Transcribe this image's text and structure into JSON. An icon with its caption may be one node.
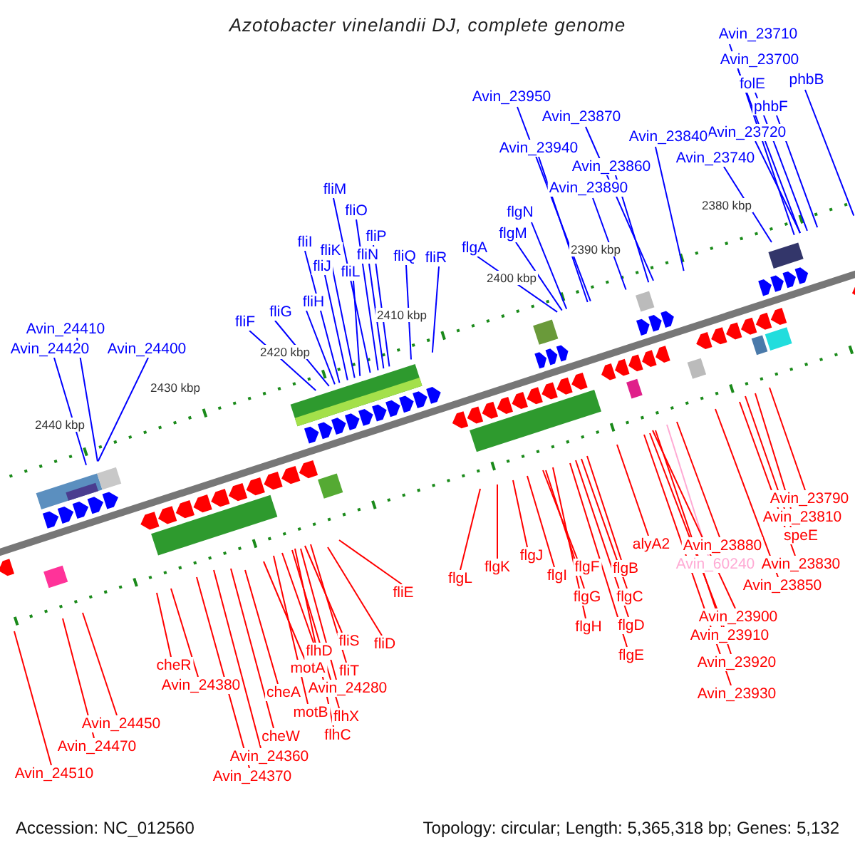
{
  "diagram": {
    "title": "Azotobacter vinelandii DJ, complete genome",
    "nodes": [
      {
        "text": [
          "Avin_23710"
        ]
      },
      {
        "text": [
          "Avin_23700"
        ]
      },
      {
        "text": [
          "folE"
        ]
      },
      {
        "text": [
          "phbB"
        ]
      },
      {
        "text": [
          "Avin_23950"
        ]
      },
      {
        "text": [
          "phbF"
        ]
      },
      {
        "text": [
          "Avin_23870"
        ]
      },
      {
        "text": [
          "Avin_23720"
        ]
      },
      {
        "text": [
          "Avin_23840"
        ]
      },
      {
        "text": [
          "Avin_23940"
        ]
      },
      {
        "text": [
          "Avin_23740"
        ]
      },
      {
        "text": [
          "Avin_23860"
        ]
      },
      {
        "text": [
          "Avin_23890"
        ]
      },
      {
        "text": [
          "fliM"
        ]
      },
      {
        "text": [
          "fliO"
        ]
      },
      {
        "text": [
          "flgN"
        ]
      },
      {
        "text": [
          "flgM"
        ]
      },
      {
        "text": [
          "fliP"
        ]
      },
      {
        "text": [
          "fliI"
        ]
      },
      {
        "text": [
          "flgA"
        ]
      },
      {
        "text": [
          "fliK"
        ]
      },
      {
        "text": [
          "fliN"
        ]
      },
      {
        "text": [
          "fliQ"
        ]
      },
      {
        "text": [
          "fliR"
        ]
      },
      {
        "text": [
          "fliJ"
        ]
      },
      {
        "text": [
          "fliL"
        ]
      },
      {
        "text": [
          "fliH"
        ]
      },
      {
        "text": [
          "fliG"
        ]
      },
      {
        "text": [
          "fliF"
        ]
      },
      {
        "text": [
          "Avin_24410"
        ]
      },
      {
        "text": [
          "Avin_24420"
        ]
      },
      {
        "text": [
          "Avin_24400"
        ]
      },
      {
        "text": [
          "Avin_23790"
        ]
      },
      {
        "text": [
          "Avin_23810"
        ]
      },
      {
        "text": [
          "speE"
        ]
      },
      {
        "text": [
          "alyA2"
        ]
      },
      {
        "text": [
          "Avin_23880"
        ]
      },
      {
        "text": [
          "flgJ"
        ]
      },
      {
        "text": [
          "Avin_60240"
        ]
      },
      {
        "text": [
          "Avin_23830"
        ]
      },
      {
        "text": [
          "flgK"
        ]
      },
      {
        "text": [
          "flgF"
        ]
      },
      {
        "text": [
          "flgB"
        ]
      },
      {
        "text": [
          "flgI"
        ]
      },
      {
        "text": [
          "flgL"
        ]
      },
      {
        "text": [
          "Avin_23850"
        ]
      },
      {
        "text": [
          "fliE"
        ]
      },
      {
        "text": [
          "flgG"
        ]
      },
      {
        "text": [
          "flgC"
        ]
      },
      {
        "text": [
          "Avin_23900"
        ]
      },
      {
        "text": [
          "flgH"
        ]
      },
      {
        "text": [
          "flgD"
        ]
      },
      {
        "text": [
          "Avin_23910"
        ]
      },
      {
        "text": [
          "fliS"
        ]
      },
      {
        "text": [
          "fliD"
        ]
      },
      {
        "text": [
          "flhD"
        ]
      },
      {
        "text": [
          "flgE"
        ]
      },
      {
        "text": [
          "Avin_23920"
        ]
      },
      {
        "text": [
          "cheR"
        ]
      },
      {
        "text": [
          "motA"
        ]
      },
      {
        "text": [
          "fliT"
        ]
      },
      {
        "text": [
          "Avin_24380"
        ]
      },
      {
        "text": [
          "Avin_24280"
        ]
      },
      {
        "text": [
          "cheA"
        ]
      },
      {
        "text": [
          "Avin_23930"
        ]
      },
      {
        "text": [
          "motB"
        ]
      },
      {
        "text": [
          "flhX"
        ]
      },
      {
        "text": [
          "Avin_24450"
        ]
      },
      {
        "text": [
          "flhC"
        ]
      },
      {
        "text": [
          "cheW"
        ]
      },
      {
        "text": [
          "Avin_24470"
        ]
      },
      {
        "text": [
          "Avin_24360"
        ]
      },
      {
        "text": [
          "Avin_24510"
        ]
      },
      {
        "text": [
          "Avin_24370"
        ]
      }
    ],
    "edges": [
      {
        "from": 0,
        "to": null,
        "arrow": "none",
        "color": "#0000ff"
      },
      {
        "from": 1,
        "to": null,
        "arrow": "none",
        "color": "#0000ff"
      },
      {
        "from": 2,
        "to": null,
        "arrow": "none",
        "color": "#0000ff"
      },
      {
        "from": 3,
        "to": null,
        "arrow": "none",
        "color": "#0000ff"
      },
      {
        "from": 4,
        "to": null,
        "arrow": "none",
        "color": "#0000ff"
      },
      {
        "from": 5,
        "to": null,
        "arrow": "none",
        "color": "#0000ff"
      },
      {
        "from": 6,
        "to": null,
        "arrow": "none",
        "color": "#0000ff"
      },
      {
        "from": 7,
        "to": null,
        "arrow": "none",
        "color": "#0000ff"
      },
      {
        "from": 8,
        "to": null,
        "arrow": "none",
        "color": "#0000ff"
      },
      {
        "from": 9,
        "to": null,
        "arrow": "none",
        "color": "#0000ff"
      },
      {
        "from": 10,
        "to": null,
        "arrow": "none",
        "color": "#0000ff"
      },
      {
        "from": 11,
        "to": null,
        "arrow": "none",
        "color": "#0000ff"
      },
      {
        "from": 12,
        "to": null,
        "arrow": "none",
        "color": "#0000ff"
      },
      {
        "from": 13,
        "to": null,
        "arrow": "none",
        "color": "#0000ff"
      },
      {
        "from": 14,
        "to": null,
        "arrow": "none",
        "color": "#0000ff"
      },
      {
        "from": 15,
        "to": null,
        "arrow": "none",
        "color": "#0000ff"
      },
      {
        "from": 16,
        "to": null,
        "arrow": "none",
        "color": "#0000ff"
      },
      {
        "from": 17,
        "to": null,
        "arrow": "none",
        "color": "#0000ff"
      },
      {
        "from": 18,
        "to": null,
        "arrow": "none",
        "color": "#0000ff"
      },
      {
        "from": 19,
        "to": null,
        "arrow": "none",
        "color": "#0000ff"
      },
      {
        "from": 20,
        "to": null,
        "arrow": "none",
        "color": "#0000ff"
      },
      {
        "from": 21,
        "to": null,
        "arrow": "none",
        "color": "#0000ff"
      },
      {
        "from": 22,
        "to": null,
        "arrow": "none",
        "color": "#0000ff"
      },
      {
        "from": 23,
        "to": null,
        "arrow": "none",
        "color": "#0000ff"
      },
      {
        "from": 24,
        "to": null,
        "arrow": "none",
        "color": "#0000ff"
      },
      {
        "from": 25,
        "to": null,
        "arrow": "none",
        "color": "#0000ff"
      },
      {
        "from": 26,
        "to": null,
        "arrow": "none",
        "color": "#0000ff"
      },
      {
        "from": 27,
        "to": null,
        "arrow": "none",
        "color": "#0000ff"
      },
      {
        "from": 28,
        "to": null,
        "arrow": "none",
        "color": "#0000ff"
      },
      {
        "from": 29,
        "to": null,
        "arrow": "none",
        "color": "#0000ff"
      },
      {
        "from": 30,
        "to": null,
        "arrow": "none",
        "color": "#0000ff"
      },
      {
        "from": 31,
        "to": null,
        "arrow": "none",
        "color": "#0000ff"
      },
      {
        "from": 32,
        "to": null,
        "arrow": "none"
      },
      {
        "from": 33,
        "to": null,
        "arrow": "none"
      },
      {
        "from": 34,
        "to": null,
        "arrow": "none"
      },
      {
        "from": 35,
        "to": null,
        "arrow": "none"
      },
      {
        "from": 36,
        "to": null,
        "arrow": "none"
      },
      {
        "from": 37,
        "to": null,
        "arrow": "none"
      },
      {
        "from": 38,
        "to": null,
        "arrow": "none",
        "color": "#ffaad4"
      },
      {
        "from": 39,
        "to": null,
        "arrow": "none"
      },
      {
        "from": 40,
        "to": null,
        "arrow": "none"
      },
      {
        "from": 41,
        "to": null,
        "arrow": "none"
      },
      {
        "from": 42,
        "to": null,
        "arrow": "none"
      },
      {
        "from": 43,
        "to": null,
        "arrow": "none"
      },
      {
        "from": 44,
        "to": null,
        "arrow": "none"
      },
      {
        "from": 45,
        "to": null,
        "arrow": "none"
      },
      {
        "from": 46,
        "to": null,
        "arrow": "none"
      },
      {
        "from": 47,
        "to": null,
        "arrow": "none"
      },
      {
        "from": 48,
        "to": null,
        "arrow": "none"
      },
      {
        "from": 49,
        "to": null,
        "arrow": "none"
      },
      {
        "from": 50,
        "to": null,
        "arrow": "none"
      },
      {
        "from": 51,
        "to": null,
        "arrow": "none"
      },
      {
        "from": 52,
        "to": null,
        "arrow": "none"
      },
      {
        "from": 53,
        "to": null,
        "arrow": "none"
      },
      {
        "from": 54,
        "to": null,
        "arrow": "none"
      },
      {
        "from": 55,
        "to": null,
        "arrow": "none"
      },
      {
        "from": 56,
        "to": null,
        "arrow": "none"
      },
      {
        "from": 57,
        "to": null,
        "arrow": "none"
      },
      {
        "from": 58,
        "to": null,
        "arrow": "none"
      },
      {
        "from": 59,
        "to": null,
        "arrow": "none"
      },
      {
        "from": 60,
        "to": null,
        "arrow": "none"
      },
      {
        "from": 61,
        "to": null,
        "arrow": "none"
      },
      {
        "from": 62,
        "to": null,
        "arrow": "none"
      },
      {
        "from": 63,
        "to": null,
        "arrow": "none"
      },
      {
        "from": 64,
        "to": null,
        "arrow": "none"
      },
      {
        "from": 65,
        "to": null,
        "arrow": "none"
      },
      {
        "from": 66,
        "to": null,
        "arrow": "none"
      },
      {
        "from": 67,
        "to": null,
        "arrow": "none"
      },
      {
        "from": 68,
        "to": null,
        "arrow": "none"
      },
      {
        "from": 69,
        "to": null,
        "arrow": "none"
      },
      {
        "from": 70,
        "to": null,
        "arrow": "none"
      },
      {
        "from": 71,
        "to": null,
        "arrow": "none"
      },
      {
        "from": 72,
        "to": null,
        "arrow": "none"
      },
      {
        "from": 73,
        "to": null,
        "arrow": "none"
      }
    ],
    "labels": [
      "2380 kbp",
      "2390 kbp",
      "2400 kbp",
      "2410 kbp",
      "2420 kbp",
      "2430 kbp",
      "2440 kbp",
      "Accession: NC_012560",
      "Topology: circular; Length: 5,365,318 bp; Genes: 5,132"
    ]
  }
}
